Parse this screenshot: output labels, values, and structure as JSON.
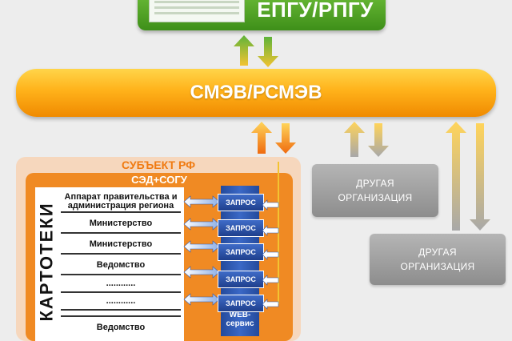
{
  "epgu": {
    "title": "ЕПГУ/РПГУ"
  },
  "smev": {
    "title": "СМЭВ/РСМЭВ"
  },
  "subject": {
    "title": "СУБЪЕКТ РФ",
    "sed_title": "СЭД+СОГУ",
    "kartoteki_label": "КАРТОТЕКИ",
    "rows": [
      {
        "label": "Аппарат правительства и администрация региона"
      },
      {
        "label": "Министерство"
      },
      {
        "label": "Министерство"
      },
      {
        "label": "Ведомство"
      },
      {
        "label": "............"
      },
      {
        "label": "............"
      },
      {
        "label": "Ведомство"
      }
    ],
    "query_label": "ЗАПРОС",
    "web_service_label": "WEB-сервис"
  },
  "orgs": [
    {
      "label": "ДРУГАЯ ОРГАНИЗАЦИЯ"
    },
    {
      "label": "ДРУГАЯ ОРГАНИЗАЦИЯ"
    }
  ],
  "colors": {
    "green": "#4a9f22",
    "orange": "#f08a00",
    "blue": "#244a9c",
    "gray": "#9a9a9a"
  }
}
